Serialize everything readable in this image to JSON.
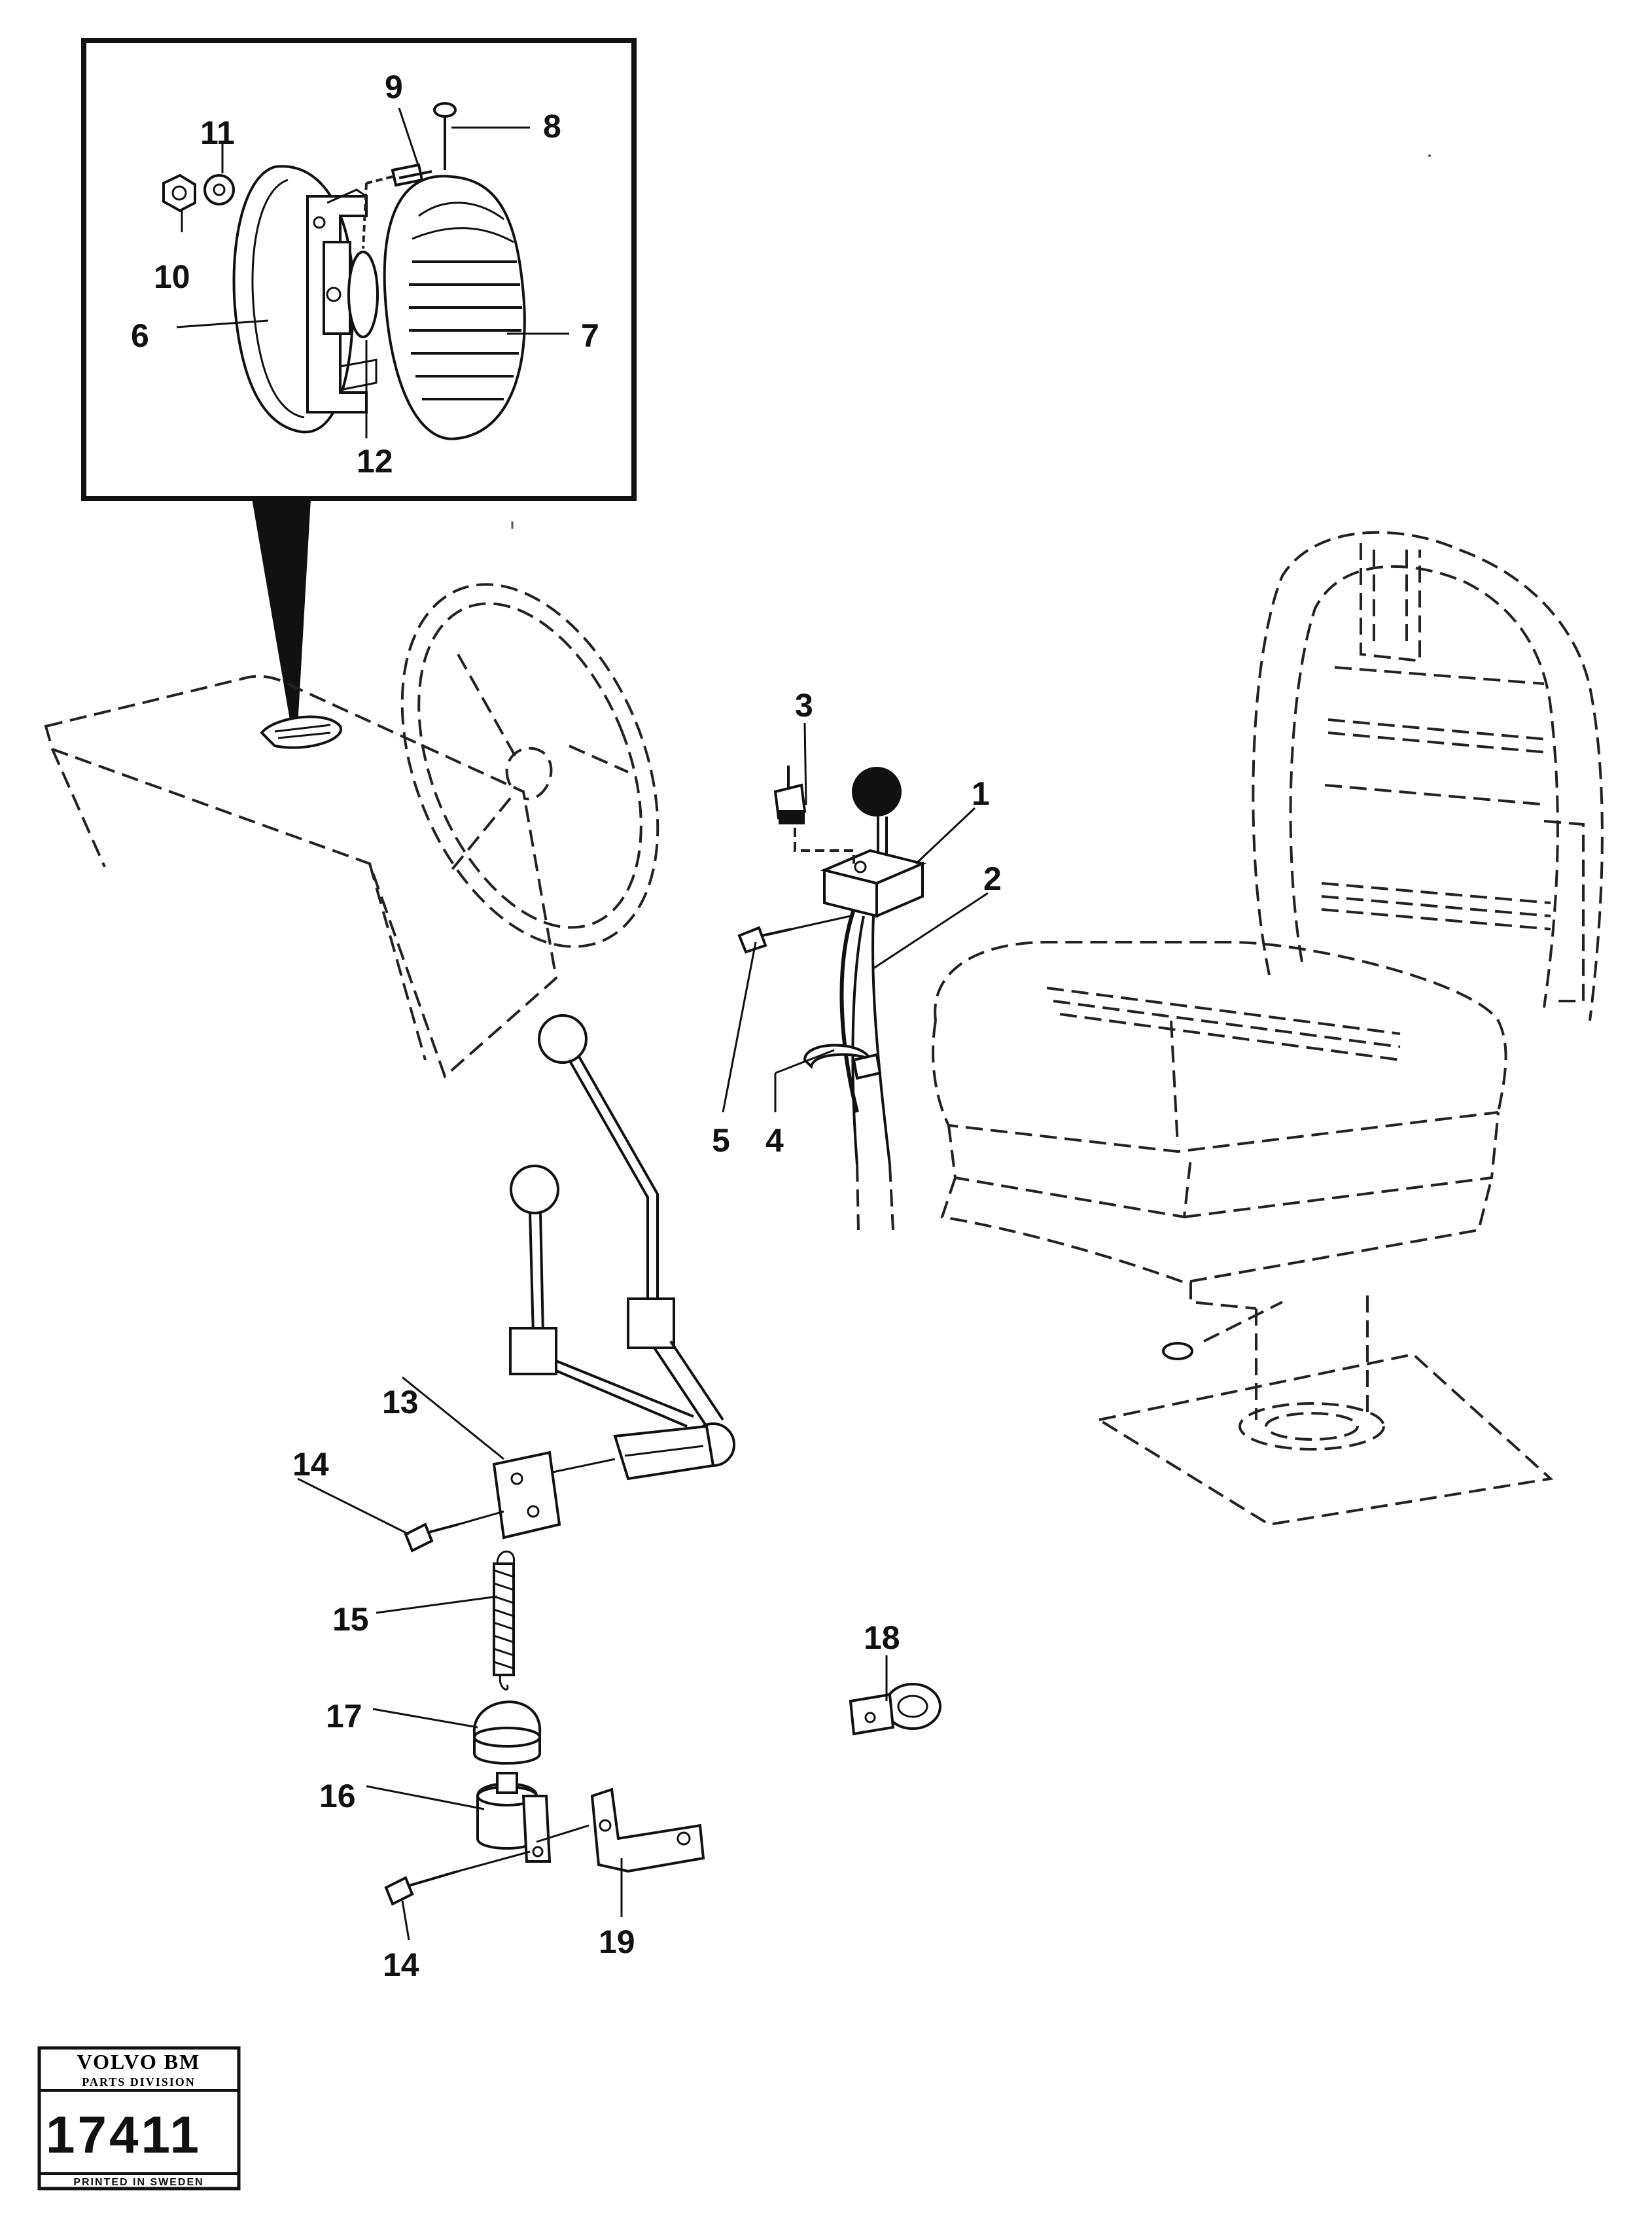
{
  "figure": {
    "callouts": [
      "1",
      "2",
      "3",
      "4",
      "5",
      "6",
      "7",
      "8",
      "9",
      "10",
      "11",
      "12",
      "13",
      "14",
      "15",
      "16",
      "17",
      "18",
      "19",
      "14"
    ],
    "inset_callouts": [
      "6",
      "7",
      "8",
      "9",
      "10",
      "11",
      "12"
    ]
  },
  "stamp": {
    "brand": "VOLVO BM",
    "division": "PARTS DIVISION",
    "number": "17411",
    "footer": "PRINTED IN SWEDEN"
  }
}
